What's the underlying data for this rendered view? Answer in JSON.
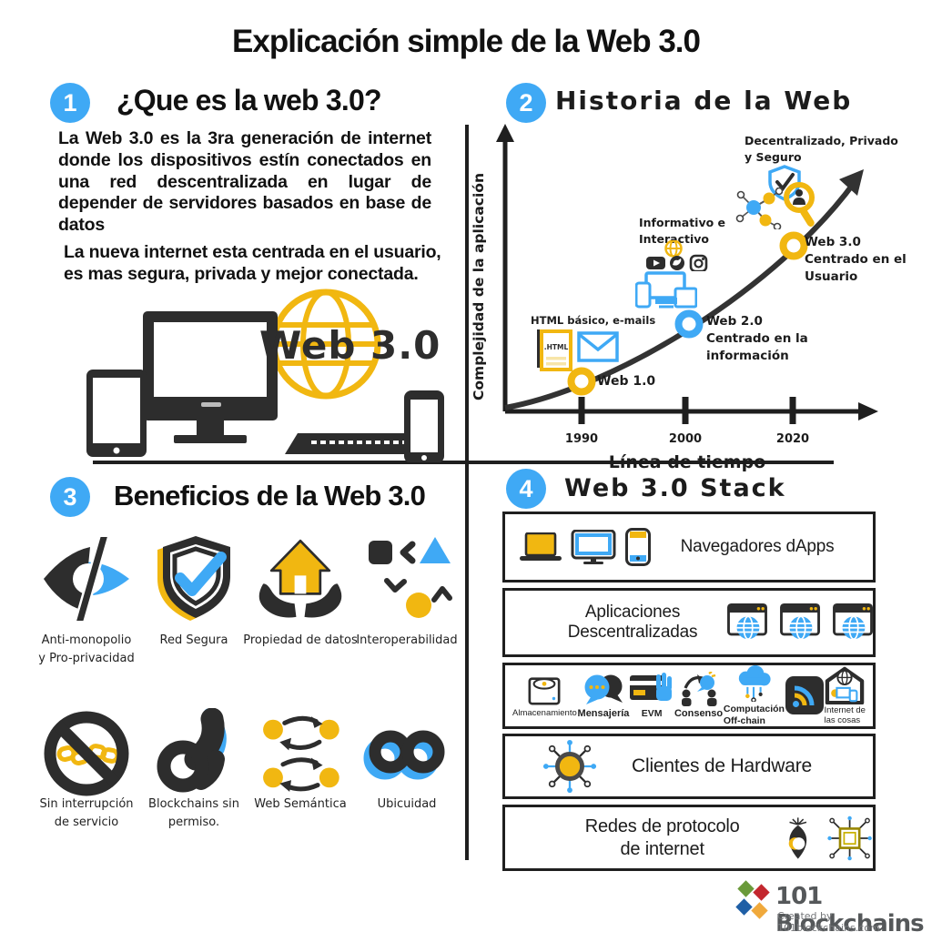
{
  "title": "Explicación simple de la Web 3.0",
  "colors": {
    "accent_blue": "#3FA9F5",
    "accent_yellow": "#F1B711",
    "dark": "#2D2D2D"
  },
  "q1": {
    "number": "1",
    "heading": "¿Que es la web 3.0?",
    "para1": "La Web 3.0 es la 3ra generación de internet donde los dispositivos estín conectados en una red descentralizada en lugar de depender de servidores basados en base de datos",
    "para2": "La nueva internet esta centrada en el usuario, es mas segura, privada y mejor conectada.",
    "globe_label": "Web 3.0"
  },
  "q2": {
    "number": "2",
    "heading": "Historia de la Web",
    "ylabel": "Complejidad de la aplicación",
    "xlabel": "Línea de tiempo",
    "ticks": [
      "1990",
      "2000",
      "2020"
    ],
    "annotations": {
      "web1_icons_label": "HTML básico, e-mails",
      "doc_label": ".HTML",
      "web2_icons_label": "Informativo e\nInteractivo",
      "web3_icons_label": "Decentralizado, Privado\ny Seguro",
      "marker1": "Web 1.0",
      "marker2": "Web 2.0\nCentrado en la\ninformación",
      "marker3": "Web 3.0\nCentrado en el\nUsuario"
    }
  },
  "chart_data": {
    "type": "line",
    "title": "Historia de la Web",
    "xlabel": "Línea de tiempo",
    "ylabel": "Complejidad de la aplicación",
    "x_ticks": [
      "1990",
      "2000",
      "2020"
    ],
    "grid": false,
    "curve_shape": "exponential-increasing",
    "legend": "none",
    "points": [
      {
        "x": 1990,
        "era": "Web 1.0",
        "description": "HTML básico, e-mails",
        "marker_color": "#F1B711"
      },
      {
        "x": 2000,
        "era": "Web 2.0",
        "description": "Centrado en la información — Informativo e Interactivo",
        "marker_color": "#3FA9F5"
      },
      {
        "x": 2020,
        "era": "Web 3.0",
        "description": "Centrado en el Usuario — Decentralizado, Privado y Seguro",
        "marker_color": "#F1B711"
      }
    ]
  },
  "q3": {
    "number": "3",
    "heading": "Beneficios de la Web 3.0",
    "benefits": [
      {
        "icon": "eye-slash-icon",
        "label": "Anti-monopolio\ny Pro-privacidad"
      },
      {
        "icon": "secure-shield-icon",
        "label": "Red Segura"
      },
      {
        "icon": "hands-house-icon",
        "label": "Propiedad de datos"
      },
      {
        "icon": "interoperability-shapes-icon",
        "label": "Interoperabilidad"
      },
      {
        "icon": "no-chain-icon",
        "label": "Sin interrupción\nde servicio"
      },
      {
        "icon": "ok-hand-icon",
        "label": "Blockchains sin\npermiso."
      },
      {
        "icon": "sync-arrows-icon",
        "label": "Web Semántica"
      },
      {
        "icon": "infinity-icon",
        "label": "Ubicuidad"
      }
    ]
  },
  "q4": {
    "number": "4",
    "heading": "Web 3.0 Stack",
    "layers": [
      {
        "label": "Navegadores dApps"
      },
      {
        "label": "Aplicaciones\nDescentralizadas"
      },
      {
        "items": [
          {
            "icon": "storage-icon",
            "label": "Almacenamiento"
          },
          {
            "icon": "messaging-icon",
            "label": "Mensajería"
          },
          {
            "icon": "evm-card-icon",
            "label": "EVM"
          },
          {
            "icon": "consensus-icon",
            "label": "Consenso"
          },
          {
            "icon": "offchain-cloud-icon",
            "label": "Computación\nOff-chain"
          },
          {
            "icon": "rss-icon",
            "label": ""
          },
          {
            "icon": "iot-house-icon",
            "label": "Internet de\nlas cosas"
          }
        ]
      },
      {
        "label": "Clientes de Hardware"
      },
      {
        "label": "Redes de protocolo\nde internet"
      }
    ]
  },
  "footer": {
    "brand": "101 Blockchains",
    "credit": "Created by 101blockchains.com"
  }
}
